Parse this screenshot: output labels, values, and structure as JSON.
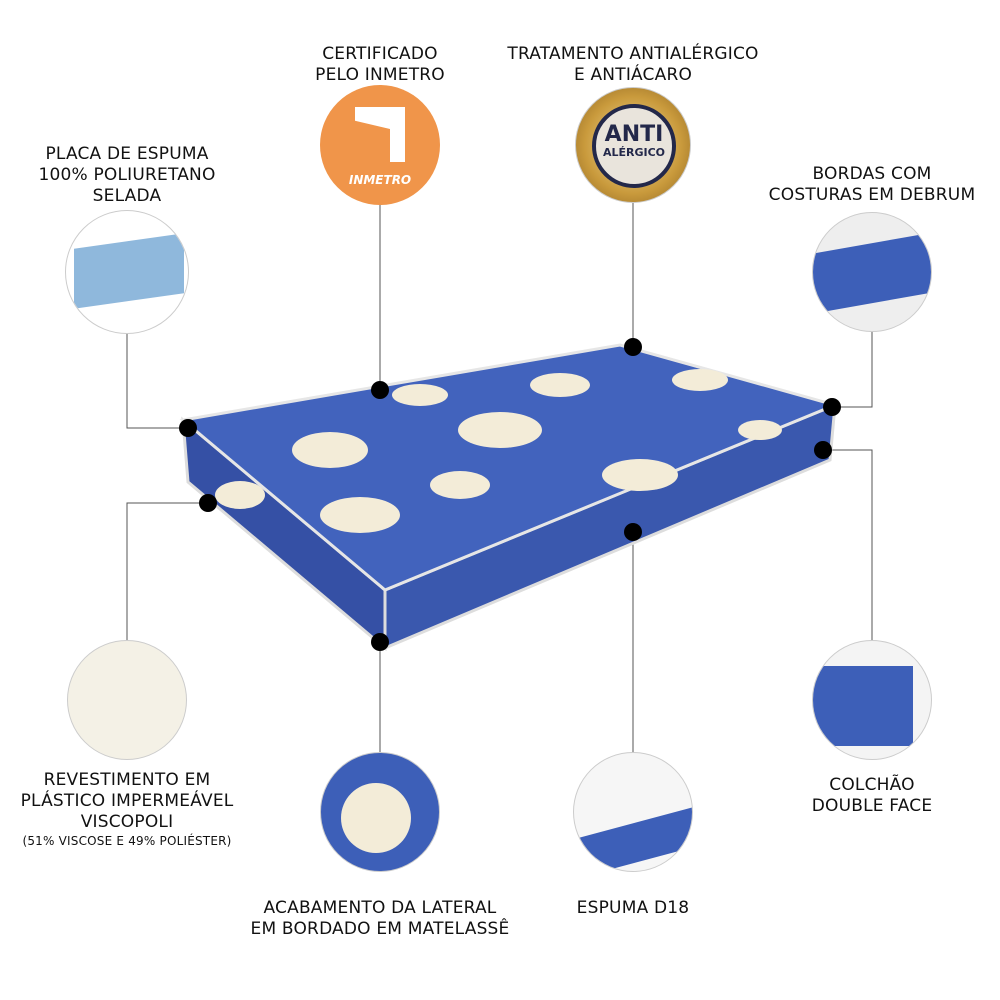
{
  "features": {
    "inmetro": {
      "lines": [
        "CERTIFICADO",
        "PELO INMETRO"
      ],
      "badge_text": "INMETRO",
      "badge_color": "#f0954a"
    },
    "antialergico": {
      "lines": [
        "TRATAMENTO ANTIALÉRGICO",
        "E ANTIÁCARO"
      ],
      "badge_top": "ANTI",
      "badge_bottom": "ALÉRGICO",
      "badge_color": "#c99a3c"
    },
    "espuma_placa": {
      "lines": [
        "PLACA DE ESPUMA",
        "100% POLIURETANO",
        "SELADA"
      ]
    },
    "bordas": {
      "lines": [
        "BORDAS COM",
        "COSTURAS EM DEBRUM"
      ]
    },
    "revestimento": {
      "lines": [
        "REVESTIMENTO EM",
        "PLÁSTICO IMPERMEÁVEL",
        "VISCOPOLI"
      ],
      "note": "(51% VISCOSE E 49% POLIÉSTER)"
    },
    "acabamento": {
      "lines": [
        "ACABAMENTO DA LATERAL",
        "EM BORDADO EM MATELASSÊ"
      ]
    },
    "espuma_d18": {
      "lines": [
        "ESPUMA D18"
      ]
    },
    "double_face": {
      "lines": [
        "COLCHÃO",
        "DOUBLE FACE"
      ]
    }
  },
  "colors": {
    "mattress_blue": "#3d5fb8",
    "foam_blue": "#8fb8dc"
  }
}
